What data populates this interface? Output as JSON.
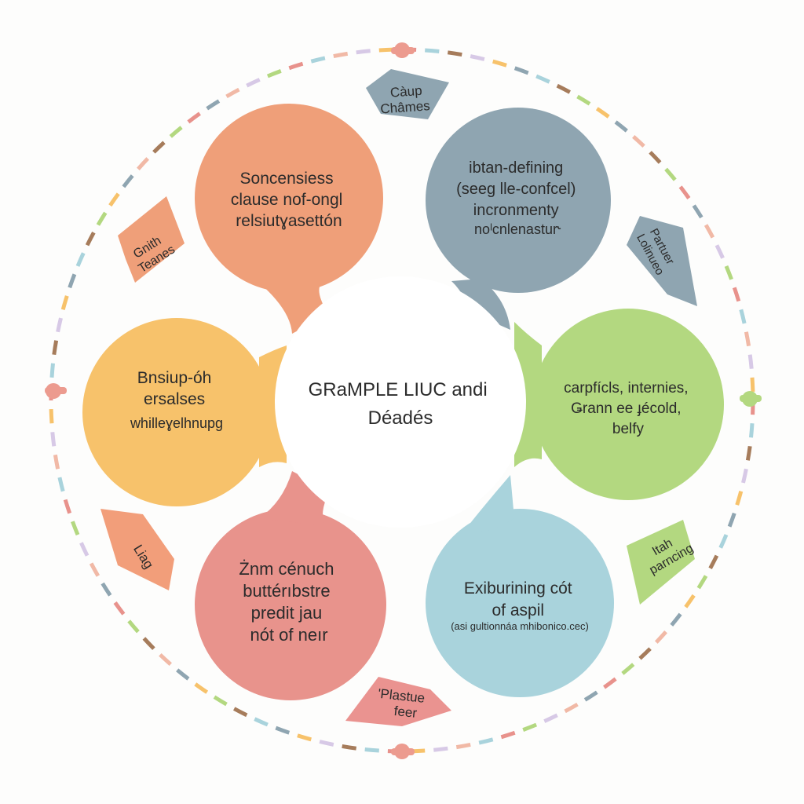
{
  "center": {
    "line1": "GRaMPLE LIUC andi",
    "line2": "Déadés"
  },
  "petals": [
    {
      "key": "top-left",
      "color": "#ef9f79",
      "lines": [
        "Soncensiess",
        "clause nof-ongl",
        "relsiutɣasettón"
      ]
    },
    {
      "key": "top-right",
      "color": "#8fa5b1",
      "lines": [
        "ibtan-defining",
        "(seeg lle-confcel)",
        "incronmenty",
        "noˡcnlenastur˞"
      ]
    },
    {
      "key": "left",
      "color": "#f7c26b",
      "lines": [
        "Bnsiup-óh",
        "ersalses",
        "whilleɣelhnupg"
      ]
    },
    {
      "key": "right",
      "color": "#b3d880",
      "lines": [
        "carpfícls, internies,",
        "Ǥrann ee ɟécold,",
        "belfy"
      ]
    },
    {
      "key": "bottom-left",
      "color": "#e8938c",
      "lines": [
        "Żnm cénuch",
        "buttérıbstre",
        "predit jau",
        "nót of neır"
      ]
    },
    {
      "key": "bottom-right",
      "color": "#a9d3dc",
      "lines": [
        "Exiburining cót",
        "of aspil",
        "(asi gultionnáa mhibonico.cec)"
      ]
    }
  ],
  "arrows": [
    {
      "key": "top",
      "color": "#8fa5b1",
      "lines": [
        "Càup",
        "Châmes"
      ]
    },
    {
      "key": "upper-left",
      "color": "#ef9f79",
      "lines": [
        "Gnith",
        "Teanes"
      ]
    },
    {
      "key": "upper-right",
      "color": "#8fa5b1",
      "lines": [
        "Partuer",
        "Lolinueo"
      ]
    },
    {
      "key": "lower-left",
      "color": "#f29e7a",
      "lines": [
        "Liag"
      ]
    },
    {
      "key": "lower-right",
      "color": "#b3d880",
      "lines": [
        "Itah",
        "parncing"
      ]
    },
    {
      "key": "bottom",
      "color": "#ea9390",
      "lines": [
        "'Plastue",
        "feer"
      ]
    }
  ],
  "ring_colors": [
    "#e8928c",
    "#f1b9a6",
    "#b3d880",
    "#8fa5b1",
    "#a67c5b",
    "#f7c26b",
    "#a9d3dc",
    "#d7c9e6"
  ]
}
